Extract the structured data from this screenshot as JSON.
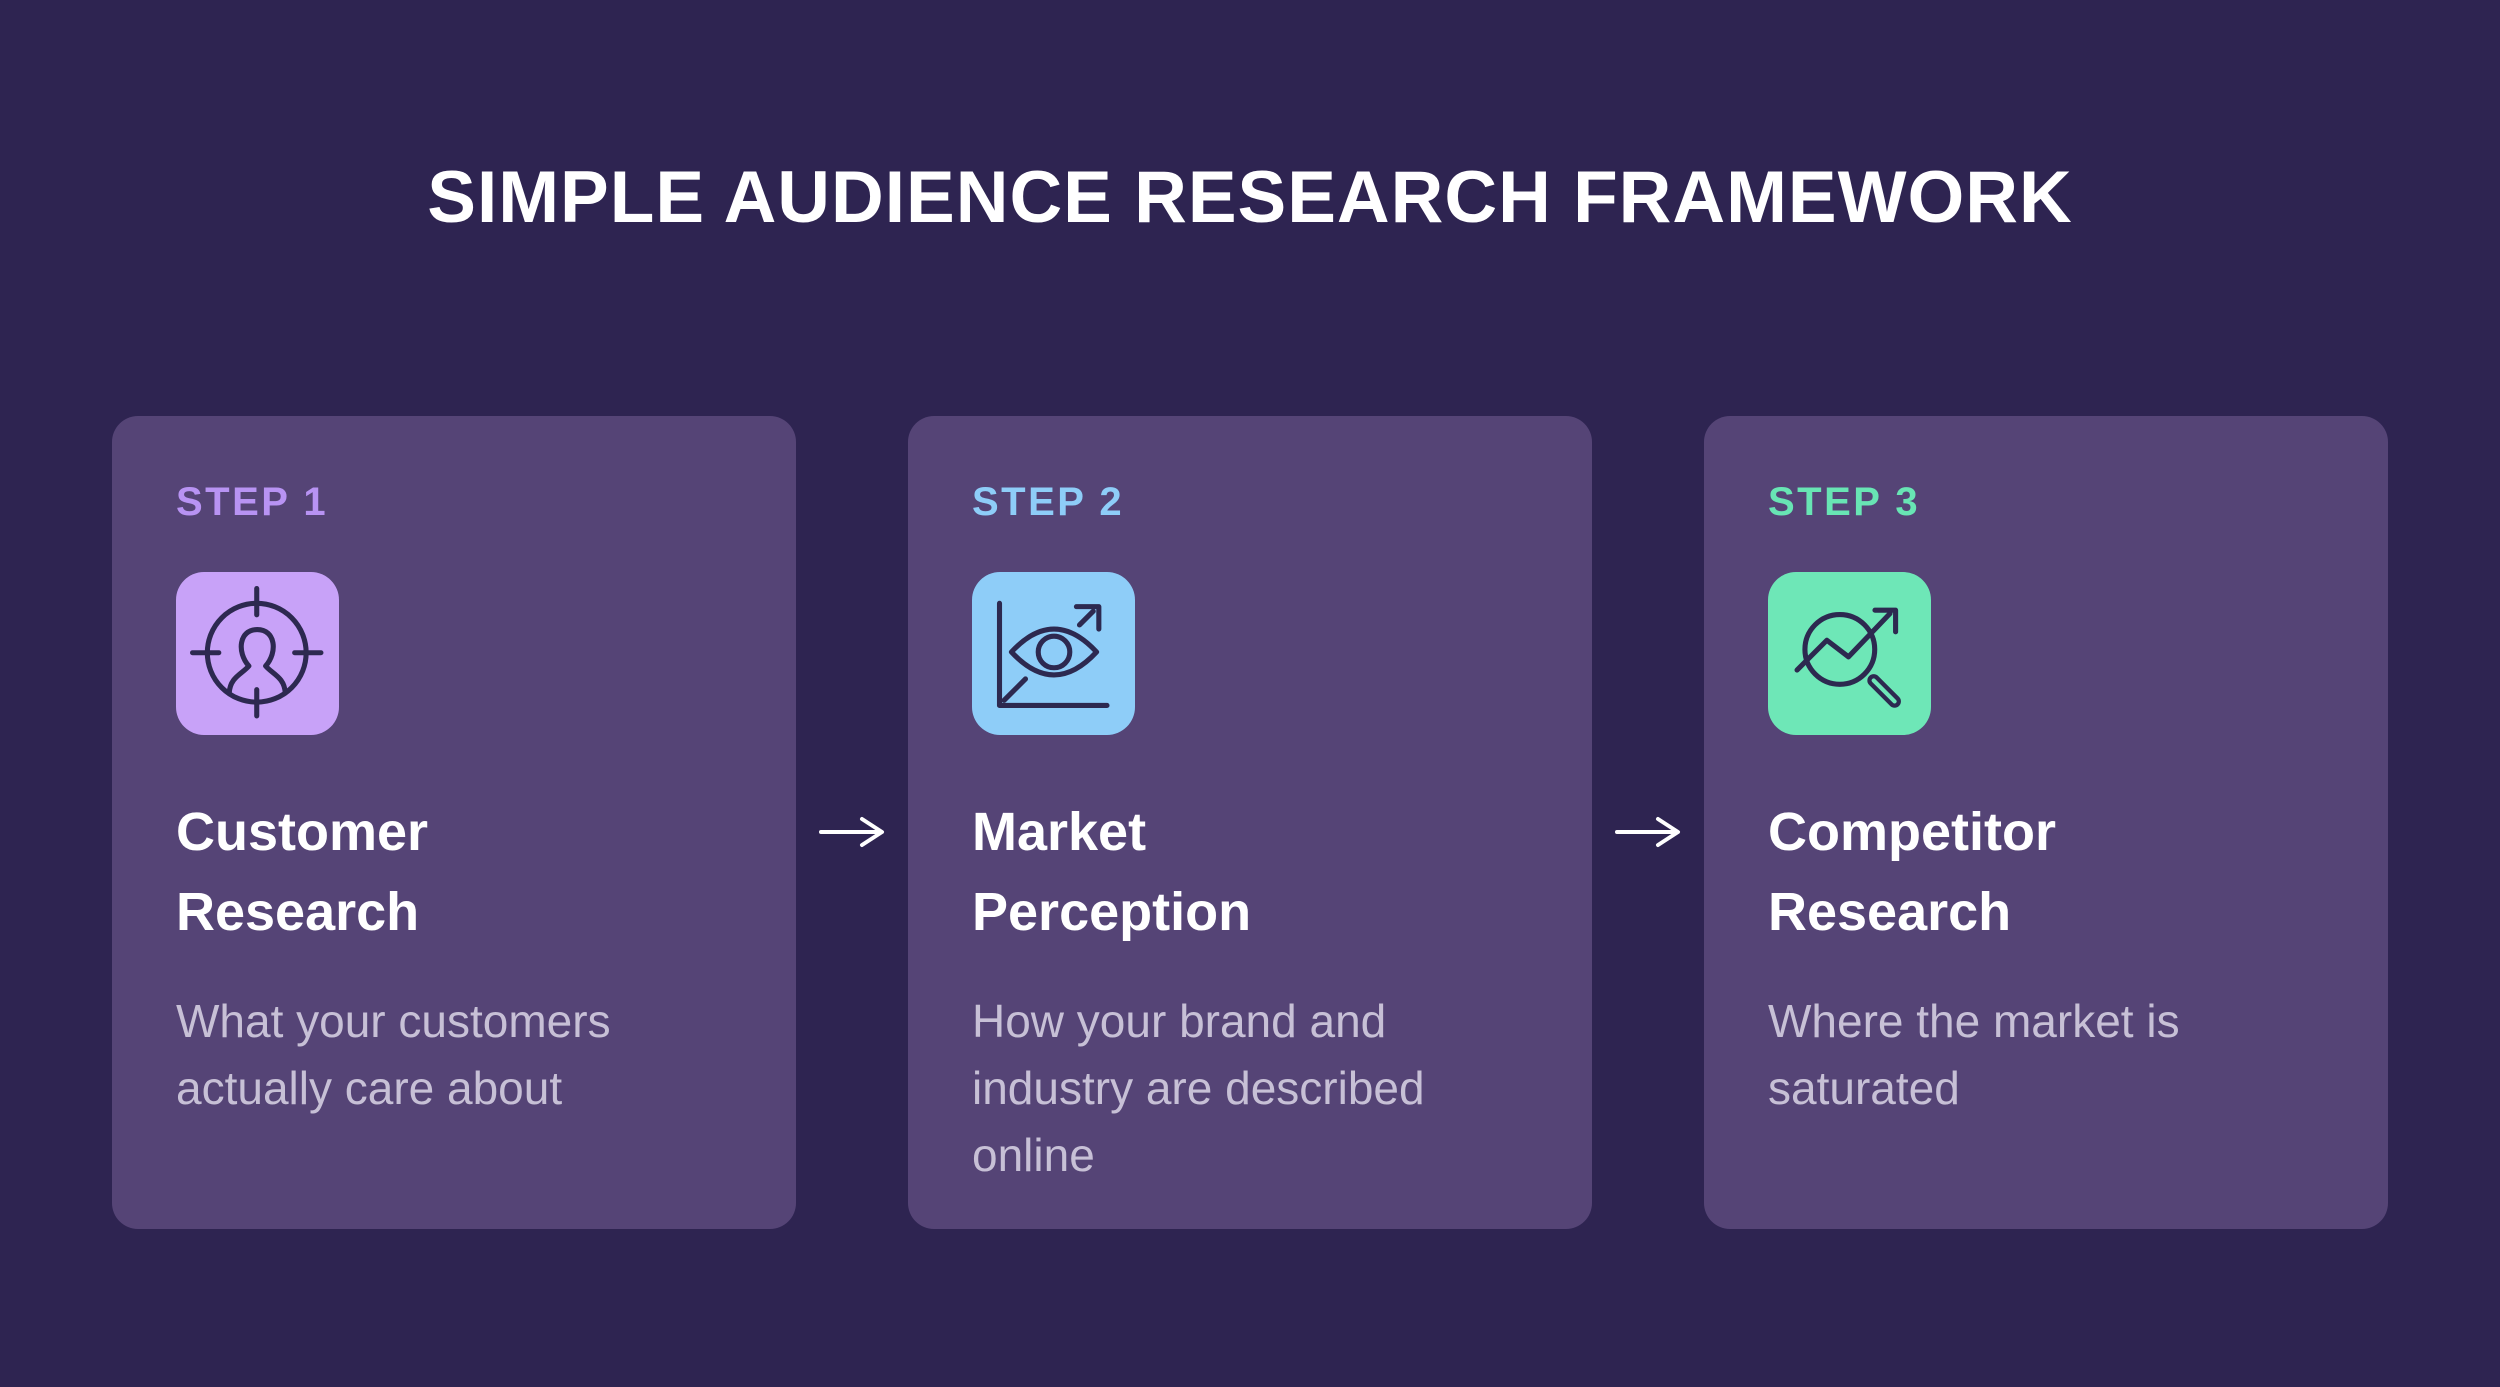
{
  "title": "SIMPLE AUDIENCE RESEARCH FRAMEWORK",
  "colors": {
    "page_bg": "#2e2451",
    "card_bg": "#554476",
    "title_text": "#ffffff",
    "card_title_text": "#ffffff",
    "description_text": "#c7c0d6",
    "icon_stroke": "#2d2950",
    "arrow": "#ffffff"
  },
  "steps": [
    {
      "label": "STEP 1",
      "title": "Customer Research",
      "description": "What your customers actually care about",
      "accent": "#b893f3",
      "icon_bg": "#c8a2f8",
      "icon": "customer-target-icon"
    },
    {
      "label": "STEP 2",
      "title": "Market Perception",
      "description": "How your brand and industry are described online",
      "accent": "#8ecdf8",
      "icon_bg": "#8ecdf8",
      "icon": "market-eye-icon"
    },
    {
      "label": "STEP 3",
      "title": "Competitor Research",
      "description": "Where the market is saturated",
      "accent": "#68e5b4",
      "icon_bg": "#6ee7b7",
      "icon": "competitor-magnifier-icon"
    }
  ]
}
